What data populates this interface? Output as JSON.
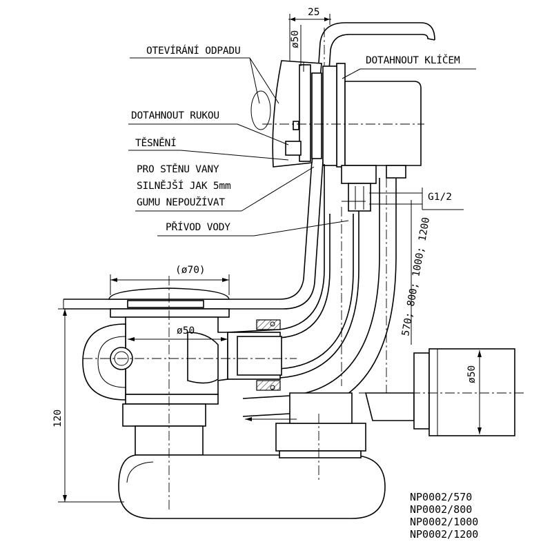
{
  "labels": {
    "oteviraniOdpadu": "OTEVÍRÁNÍ ODPADU",
    "dotahnoutRukou": "DOTAHNOUT RUKOU",
    "tesneni": "TĚSNĚNÍ",
    "proStenu1": "PRO STĚNU VANY",
    "proStenu2": "SILNĚJŠÍ JAK 5mm",
    "proStenu3": "GUMU NEPOUŽÍVAT",
    "privodVody": "PŘÍVOD VODY",
    "dotahnoutKlicem": "DOTAHNOUT KLÍČEM",
    "thread": "G1/2"
  },
  "dimensions": {
    "top25": "25",
    "phi50Top": "ø50",
    "phi70": "(ø70)",
    "phi50Mid": "ø50",
    "phi50Right": "ø50",
    "height120": "120",
    "lengths": "570; 800; 1000; 1200"
  },
  "codes": [
    "NP0002/570",
    "NP0002/800",
    "NP0002/1000",
    "NP0002/1200"
  ]
}
